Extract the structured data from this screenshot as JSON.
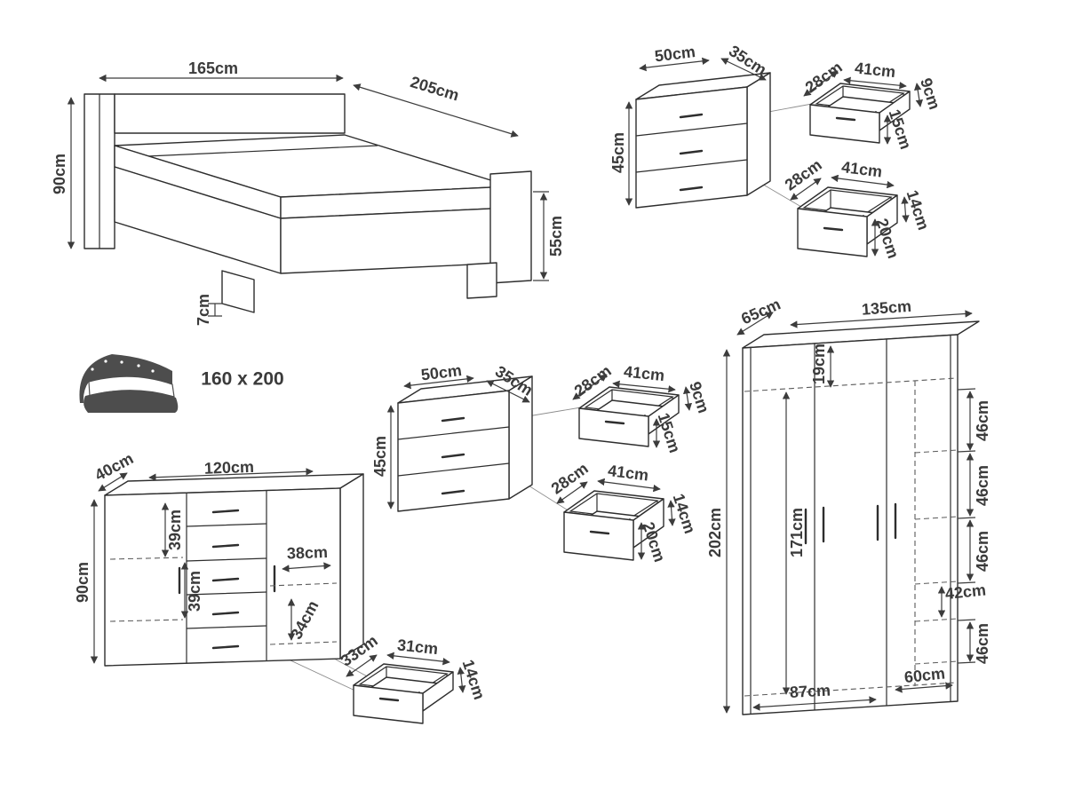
{
  "bed": {
    "width": "165cm",
    "length": "205cm",
    "height": "90cm",
    "side_height": "55cm",
    "leg_height": "7cm",
    "mattress_size": "160 x 200"
  },
  "nightstand_top": {
    "width": "50cm",
    "depth": "35cm",
    "height": "45cm",
    "drawer_small": {
      "depth": "28cm",
      "width": "41cm",
      "front_height": "9cm",
      "height": "15cm"
    },
    "drawer_large": {
      "depth": "28cm",
      "width": "41cm",
      "front_height": "14cm",
      "height": "20cm"
    }
  },
  "nightstand_middle": {
    "width": "50cm",
    "depth": "35cm",
    "height": "45cm",
    "drawer_small": {
      "depth": "28cm",
      "width": "41cm",
      "front_height": "9cm",
      "height": "15cm"
    },
    "drawer_large": {
      "depth": "28cm",
      "width": "41cm",
      "front_height": "14cm",
      "height": "20cm"
    }
  },
  "dresser": {
    "depth": "40cm",
    "width": "120cm",
    "height": "90cm",
    "left_upper": "39cm",
    "left_lower": "39cm",
    "right_upper": "38cm",
    "right_lower": "34cm",
    "drawer": {
      "depth": "33cm",
      "width": "31cm",
      "height": "14cm"
    }
  },
  "wardrobe": {
    "depth": "65cm",
    "width": "135cm",
    "height": "202cm",
    "interior_height": "171cm",
    "top_gap": "19cm",
    "shelf_gaps": [
      "46cm",
      "46cm",
      "46cm",
      "42cm",
      "46cm"
    ],
    "bottom_left": "87cm",
    "bottom_right": "60cm"
  }
}
